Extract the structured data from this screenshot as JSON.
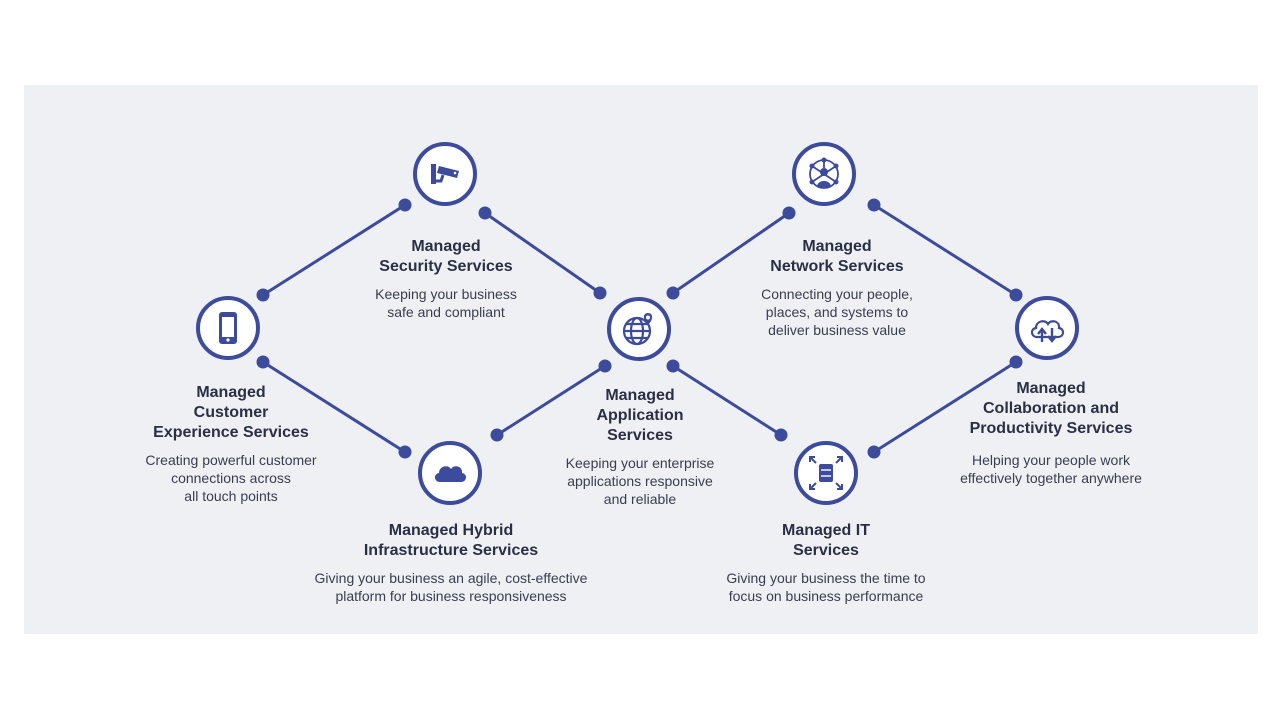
{
  "colors": {
    "accent": "#3d4b9c",
    "panel": "#eef0f4",
    "text": "#2b2f45"
  },
  "services": [
    {
      "id": "customer",
      "icon": "smartphone-icon",
      "title": "Managed\nCustomer\nExperience Services",
      "desc": "Creating powerful customer\nconnections across\nall touch points"
    },
    {
      "id": "security",
      "icon": "security-camera-icon",
      "title": "Managed\nSecurity Services",
      "desc": "Keeping your business\nsafe and compliant"
    },
    {
      "id": "hybrid",
      "icon": "cloud-icon",
      "title": "Managed Hybrid\nInfrastructure Services",
      "desc": "Giving your business an agile, cost-effective\nplatform for business responsiveness"
    },
    {
      "id": "application",
      "icon": "globe-pin-icon",
      "title": "Managed\nApplication\nServices",
      "desc": "Keeping your enterprise\napplications responsive\nand reliable"
    },
    {
      "id": "network",
      "icon": "network-user-icon",
      "title": "Managed\nNetwork Services",
      "desc": "Connecting your people,\nplaces, and systems to\ndeliver business value"
    },
    {
      "id": "it",
      "icon": "server-arrows-icon",
      "title": "Managed IT\nServices",
      "desc": "Giving your business the time to\nfocus on business performance"
    },
    {
      "id": "collaboration",
      "icon": "cloud-sync-icon",
      "title": "Managed\nCollaboration and\nProductivity Services",
      "desc": "Helping your people work\neffectively together anywhere"
    }
  ]
}
